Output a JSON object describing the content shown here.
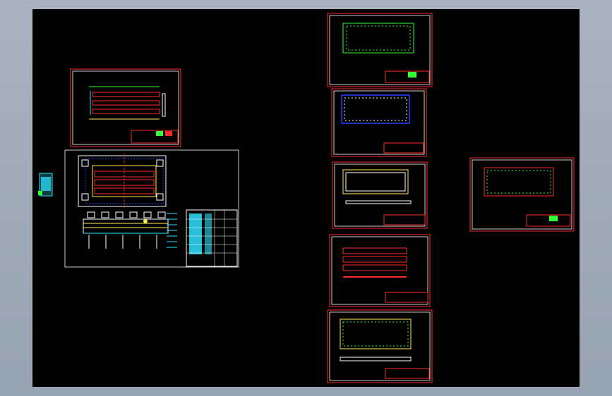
{
  "app": {
    "view": "cad-model-space",
    "colors": {
      "background": "#000000",
      "sheet_frame": "#ff2a2a",
      "sheet_inner": "#ffffff",
      "accent_green": "#35ff35",
      "accent_cyan": "#2fe0ff",
      "accent_yellow": "#ffe84a",
      "accent_blue": "#2a3cff",
      "accent_red": "#ff2a2a"
    }
  },
  "sheets": [
    {
      "id": "sheet-top-left-panel",
      "kind": "bar-stack"
    },
    {
      "id": "sheet-main-assembly",
      "kind": "assembly-with-table"
    },
    {
      "id": "sheet-right-1",
      "kind": "green-outline-frame"
    },
    {
      "id": "sheet-right-2",
      "kind": "blue-outline-frame"
    },
    {
      "id": "sheet-right-3",
      "kind": "yellow-frame-with-beam"
    },
    {
      "id": "sheet-right-4",
      "kind": "red-bars"
    },
    {
      "id": "sheet-right-5",
      "kind": "yellow-frame-with-base"
    },
    {
      "id": "sheet-far-right",
      "kind": "red-outline-frame"
    },
    {
      "id": "thumbnail-left",
      "kind": "small-cyan-detail"
    }
  ]
}
